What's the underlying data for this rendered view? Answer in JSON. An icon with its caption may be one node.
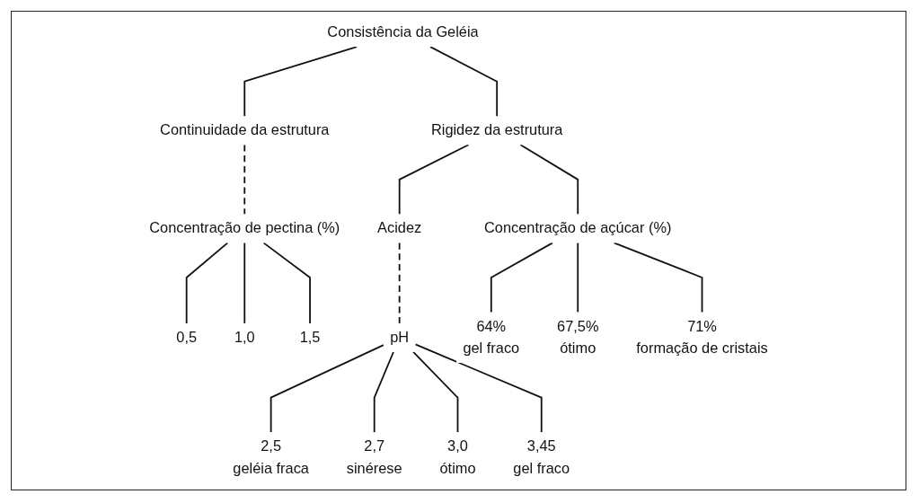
{
  "diagram": {
    "nodes": [
      {
        "text": [
          "Consistência da Geléia"
        ]
      },
      {
        "text": [
          "Continuidade da estrutura"
        ]
      },
      {
        "text": [
          "Rigidez da estrutura"
        ]
      },
      {
        "text": [
          "Concentração de pectina (%)"
        ]
      },
      {
        "text": [
          "0,5"
        ]
      },
      {
        "text": [
          "1,0"
        ]
      },
      {
        "text": [
          "1,5"
        ]
      },
      {
        "text": [
          "Acidez"
        ]
      },
      {
        "text": [
          "pH"
        ]
      },
      {
        "text": [
          "Concentração de açúcar (%)"
        ]
      },
      {
        "text": [
          "2,5",
          "geléia fraca"
        ]
      },
      {
        "text": [
          "2,7",
          "sinérese"
        ]
      },
      {
        "text": [
          "3,0",
          "ótimo"
        ]
      },
      {
        "text": [
          "3,45",
          "gel fraco"
        ]
      },
      {
        "text": [
          "64%",
          "gel fraco"
        ]
      },
      {
        "text": [
          "67,5%",
          "ótimo"
        ]
      },
      {
        "text": [
          "71%",
          "formação de cristais"
        ]
      }
    ],
    "edges": [
      {
        "from": 0,
        "to": 1,
        "arrow": "none"
      },
      {
        "from": 0,
        "to": 2,
        "arrow": "none"
      },
      {
        "from": 1,
        "to": 3,
        "arrow": "none",
        "style": "dashed"
      },
      {
        "from": 3,
        "to": 4,
        "arrow": "none"
      },
      {
        "from": 3,
        "to": 5,
        "arrow": "none"
      },
      {
        "from": 3,
        "to": 6,
        "arrow": "none"
      },
      {
        "from": 2,
        "to": 7,
        "arrow": "none"
      },
      {
        "from": 2,
        "to": 9,
        "arrow": "none"
      },
      {
        "from": 7,
        "to": 8,
        "arrow": "none",
        "style": "dashed"
      },
      {
        "from": 8,
        "to": 10,
        "arrow": "none"
      },
      {
        "from": 8,
        "to": 11,
        "arrow": "none"
      },
      {
        "from": 8,
        "to": 12,
        "arrow": "none"
      },
      {
        "from": 8,
        "to": 13,
        "arrow": "none"
      },
      {
        "from": 9,
        "to": 14,
        "arrow": "none"
      },
      {
        "from": 9,
        "to": 15,
        "arrow": "none"
      },
      {
        "from": 9,
        "to": 16,
        "arrow": "none"
      }
    ]
  }
}
